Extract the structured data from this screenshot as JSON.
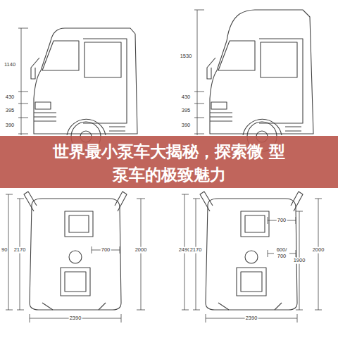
{
  "diagram": {
    "title": "世界最小泵车大揭秘，探索微 型泵车的极致魅力",
    "labels": [
      "1140",
      "430",
      "395",
      "390",
      "1530",
      "430",
      "395",
      "390",
      "90",
      "2170",
      "700",
      "2000",
      "2390",
      "2490",
      "2170",
      "700",
      "600/ 700",
      "1900",
      "2000",
      "2390"
    ]
  }
}
